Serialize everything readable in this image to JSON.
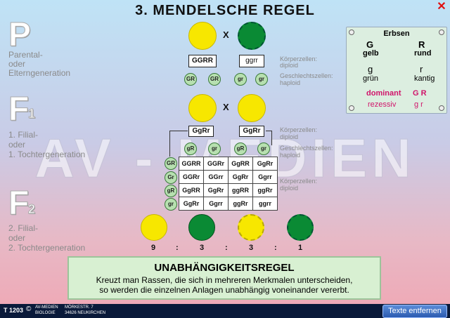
{
  "title": "3.  MENDELSCHE  REGEL",
  "generations": {
    "p": {
      "letter": "P",
      "text1": "Parental-",
      "text2": "oder",
      "text3": "Elterngeneration"
    },
    "f1": {
      "letter": "F",
      "sub": "1",
      "text1": "1.  Filial-",
      "text2": "oder",
      "text3": "1.  Tochtergeneration"
    },
    "f2": {
      "letter": "F",
      "sub": "2",
      "text1": "2.  Filial-",
      "text2": "oder",
      "text3": "2.  Tochtergeneration"
    }
  },
  "labels": {
    "koerperzellen1": "Körperzellen:",
    "diploid1": "diploid",
    "geschlechtszellen1": "Geschlechtszellen:",
    "haploid1": "haploid",
    "koerperzellen2": "Körperzellen:",
    "diploid2": "diploid",
    "geschlechtszellen2": "Geschlechtszellen:",
    "haploid2": "haploid",
    "koerperzellen3": "Körperzellen:",
    "diploid3": "diploid"
  },
  "p_cross": {
    "cross": "X",
    "genotype_left": "GGRR",
    "genotype_right": "ggrr",
    "gametes": [
      "GR",
      "GR",
      "gr",
      "gr"
    ]
  },
  "f1_cross": {
    "cross": "X",
    "genotype_left": "GgRr",
    "genotype_right": "GgRr",
    "gametes": [
      "gR",
      "gr",
      "gR",
      "gr"
    ]
  },
  "punnett": {
    "row_gametes": [
      "GR",
      "Gr",
      "gR",
      "gr"
    ],
    "rows": [
      [
        "GGRR",
        "GGRr",
        "GgRR",
        "GgRr"
      ],
      [
        "GGRr",
        "GGrr",
        "GgRr",
        "Ggrr"
      ],
      [
        "GgRR",
        "GgRr",
        "ggRR",
        "ggRr"
      ],
      [
        "GgRr",
        "Ggrr",
        "ggRr",
        "ggrr"
      ]
    ]
  },
  "ratio": [
    "9",
    ":",
    "3",
    ":",
    "3",
    ":",
    "1"
  ],
  "legend": {
    "title": "Erbsen",
    "g_letter": "G",
    "g_text": "gelb",
    "r_letter": "R",
    "r_text": "rund",
    "g_small": "g",
    "g_small_text": "grün",
    "r_small": "r",
    "r_small_text": "kantig",
    "dominant_label": "dominant",
    "dominant_genes": "G  R",
    "recessive_label": "rezessiv",
    "recessive_genes": "g   r",
    "dominant_color": "#d0146a",
    "recessive_color": "#d0146a"
  },
  "watermark": "AV - MEDIEN",
  "rule": {
    "heading": "UNABHÄNGIGKEITSREGEL",
    "line1": "Kreuzt man Rassen, die sich in mehreren Merkmalen unterscheiden,",
    "line2": "so werden die einzelnen Anlagen unabhängig voneinander vererbt."
  },
  "footer": {
    "code": "T 1203",
    "copyright": "©",
    "publisher": "AV-MEDIEN",
    "subject": "BIOLOGIE",
    "address1": "MÖRKESTR. 7",
    "address2": "34626  NEUKIRCHEN",
    "button": "Texte entfernen"
  },
  "colors": {
    "yellow": "#f7e700",
    "green": "#0a8a34",
    "background_top": "#bfe3f6",
    "background_bottom": "#f0a7b4"
  }
}
